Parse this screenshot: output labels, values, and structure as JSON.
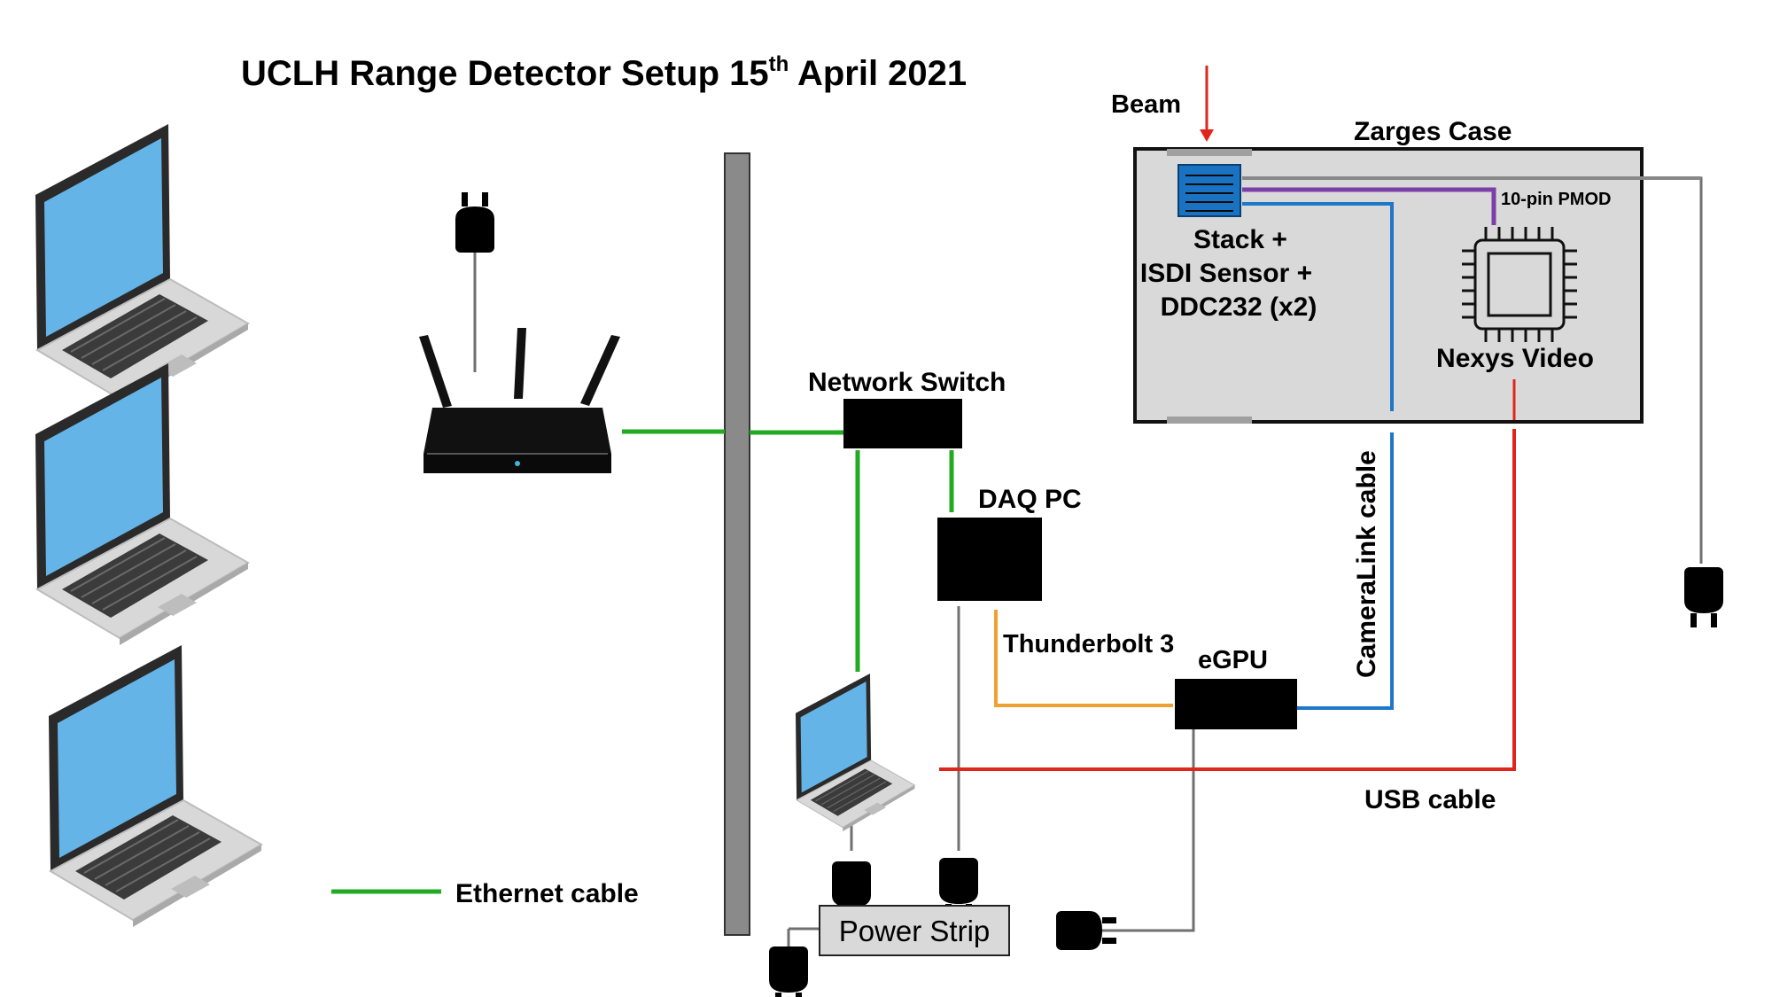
{
  "title": {
    "prefix": "UCLH Range Detector Setup 15",
    "superscript": "th",
    "suffix": " April 2021"
  },
  "labels": {
    "beam": "Beam",
    "zarges_case": "Zarges Case",
    "pmod": "10-pin PMOD",
    "stack_line1": "Stack +",
    "stack_line2": "ISDI Sensor +",
    "stack_line3": "DDC232 (x2)",
    "nexys_video": "Nexys Video",
    "network_switch": "Network Switch",
    "daq_pc": "DAQ PC",
    "thunderbolt": "Thunderbolt 3",
    "egpu": "eGPU",
    "cameralink": "CameraLink cable",
    "usb_cable": "USB cable",
    "power_strip": "Power Strip",
    "ethernet_legend": "Ethernet cable"
  },
  "colors": {
    "ethernet": "#22aa22",
    "thunderbolt": "#f0a030",
    "cameralink": "#1f77c8",
    "usb": "#e0261b",
    "pmod": "#7a3fa8",
    "power": "#707070",
    "beam": "#e0261b",
    "laptop_screen": "#65b4e8",
    "sensor": "#1a73c2",
    "case_fill": "#d9d9d9",
    "wall": "#8a8a8a"
  },
  "icons": {
    "laptop": "laptop-icon",
    "router": "wifi-router-icon",
    "plug": "power-plug-icon",
    "chip": "fpga-chip-icon",
    "sensor": "sensor-stack-icon"
  }
}
